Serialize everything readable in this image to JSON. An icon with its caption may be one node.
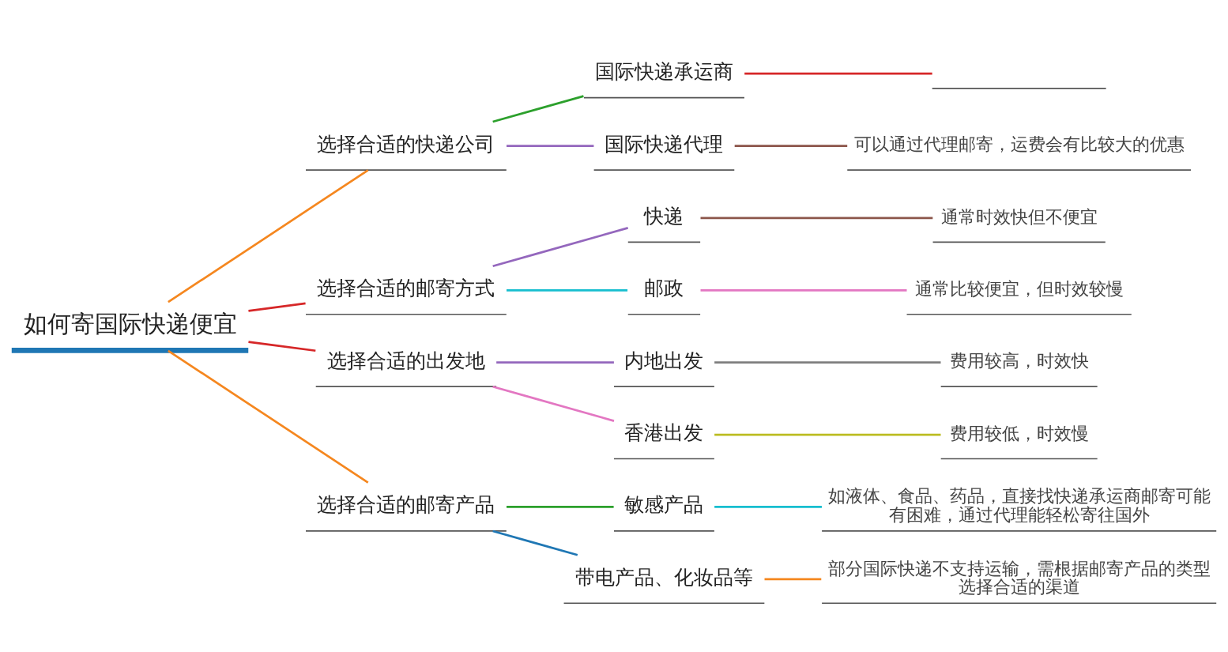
{
  "diagram": {
    "nodes": [
      {
        "text": [
          "如何寄国际快递便宜"
        ]
      },
      {
        "text": [
          "选择合适的快递公司"
        ]
      },
      {
        "text": [
          "国际快递承运商"
        ]
      },
      {
        "text": [],
        "shape": "bar"
      },
      {
        "text": [
          "国际快递代理"
        ]
      },
      {
        "text": [
          "可以通过代理邮寄，运费会有比较大的优惠"
        ]
      },
      {
        "text": [
          "选择合适的邮寄方式"
        ]
      },
      {
        "text": [
          "快递"
        ]
      },
      {
        "text": [
          "通常时效快但不便宜"
        ]
      },
      {
        "text": [
          "邮政"
        ]
      },
      {
        "text": [
          "通常比较便宜，但时效较慢"
        ]
      },
      {
        "text": [
          "选择合适的出发地"
        ]
      },
      {
        "text": [
          "内地出发"
        ]
      },
      {
        "text": [
          "费用较高，时效快"
        ]
      },
      {
        "text": [
          "香港出发"
        ]
      },
      {
        "text": [
          "费用较低，时效慢"
        ]
      },
      {
        "text": [
          "选择合适的邮寄产品"
        ]
      },
      {
        "text": [
          "敏感产品"
        ]
      },
      {
        "text": [
          "如液体、食品、药品，直接找快递承运商邮寄可能有困难，通过代理能轻松寄往国外"
        ]
      },
      {
        "text": [
          "带电产品、化妆品等"
        ]
      },
      {
        "text": [
          "部分国际快递不支持运输，需根据邮寄产品的类型选择合适的渠道"
        ]
      }
    ],
    "edges": [
      {
        "from": 0,
        "to": 1,
        "arrow": "none",
        "color": "#f5871f"
      },
      {
        "from": 0,
        "to": 6,
        "arrow": "none",
        "color": "#d62728"
      },
      {
        "from": 0,
        "to": 11,
        "arrow": "none",
        "color": "#d62728"
      },
      {
        "from": 0,
        "to": 16,
        "arrow": "none",
        "color": "#f5871f"
      },
      {
        "from": 1,
        "to": 2,
        "arrow": "none",
        "color": "#2ca02c"
      },
      {
        "from": 1,
        "to": 4,
        "arrow": "none",
        "color": "#9467bd"
      },
      {
        "from": 2,
        "to": 3,
        "arrow": "none",
        "color": "#d62728"
      },
      {
        "from": 4,
        "to": 5,
        "arrow": "none",
        "color": "#8c564b"
      },
      {
        "from": 6,
        "to": 7,
        "arrow": "none",
        "color": "#9467bd"
      },
      {
        "from": 6,
        "to": 9,
        "arrow": "none",
        "color": "#17becf"
      },
      {
        "from": 7,
        "to": 8,
        "arrow": "none",
        "color": "#8c564b"
      },
      {
        "from": 9,
        "to": 10,
        "arrow": "none",
        "color": "#e377c2"
      },
      {
        "from": 11,
        "to": 12,
        "arrow": "none",
        "color": "#9467bd"
      },
      {
        "from": 11,
        "to": 14,
        "arrow": "none",
        "color": "#e377c2"
      },
      {
        "from": 12,
        "to": 13,
        "arrow": "none",
        "color": "#7f7f7f"
      },
      {
        "from": 14,
        "to": 15,
        "arrow": "none",
        "color": "#bcbd22"
      },
      {
        "from": 16,
        "to": 17,
        "arrow": "none",
        "color": "#2ca02c"
      },
      {
        "from": 16,
        "to": 19,
        "arrow": "none",
        "color": "#1f77b4"
      },
      {
        "from": 17,
        "to": 18,
        "arrow": "none",
        "color": "#17becf"
      },
      {
        "from": 19,
        "to": 20,
        "arrow": "none",
        "color": "#f5871f"
      }
    ]
  }
}
